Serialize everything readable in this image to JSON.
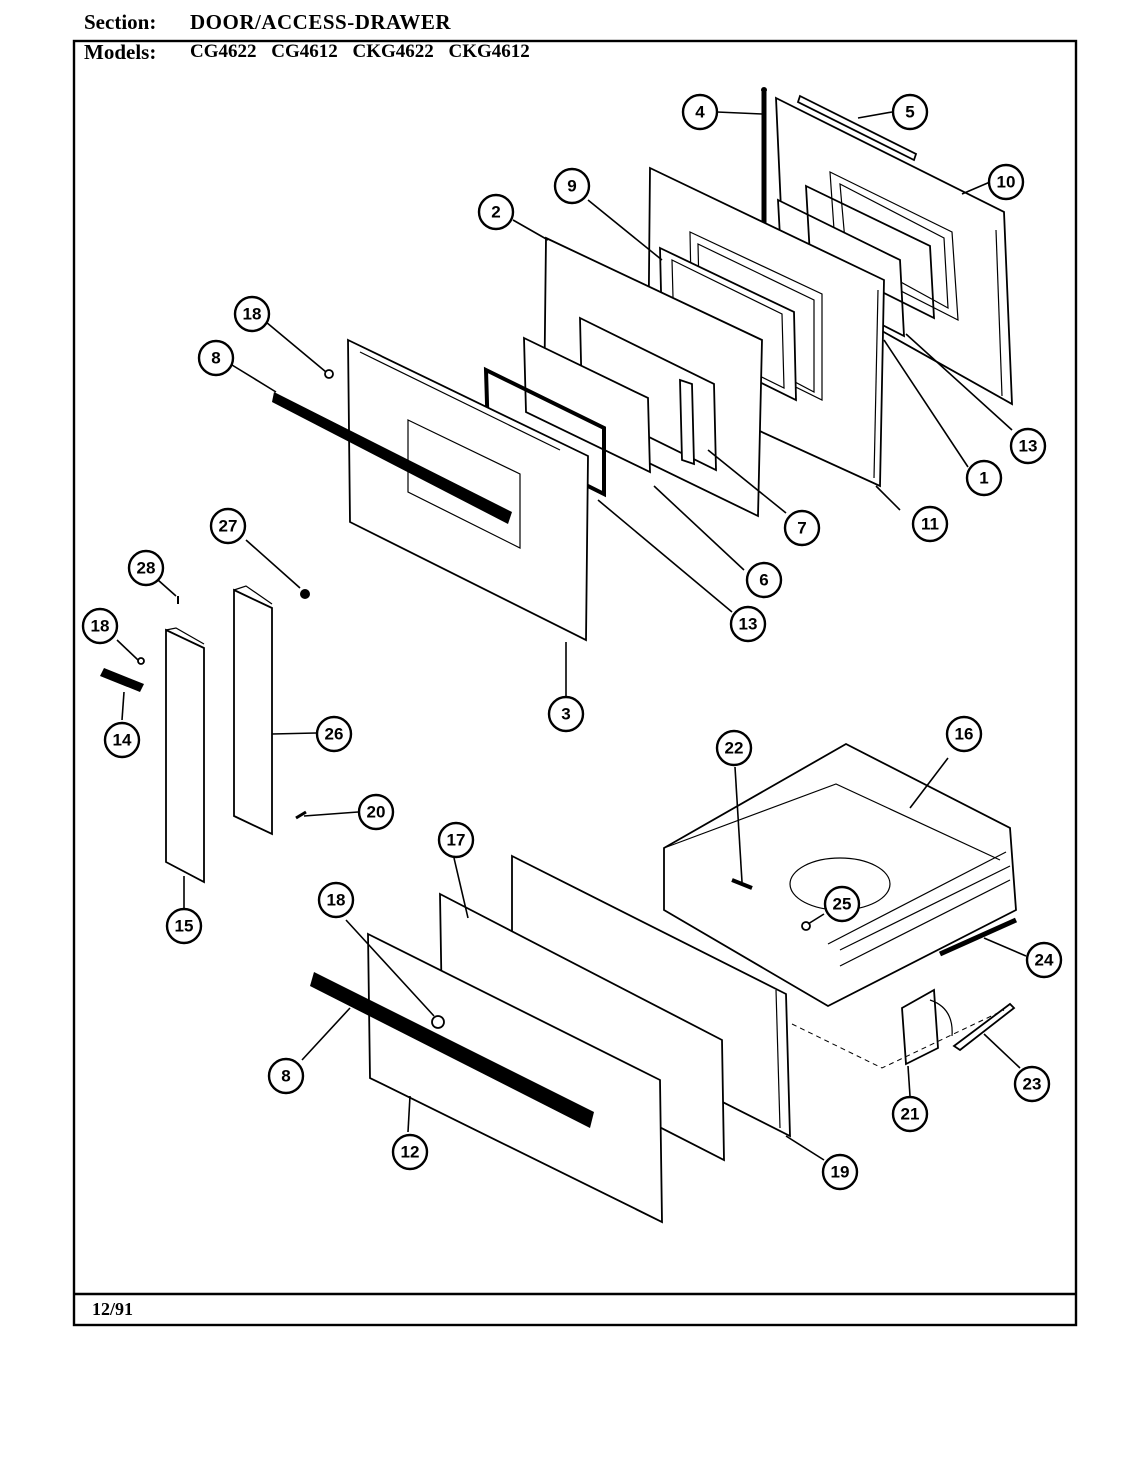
{
  "header": {
    "section_label": "Section:",
    "section_value": "DOOR/ACCESS-DRAWER",
    "models_label": "Models:",
    "models_value": "CG4622  CG4612  CKG4622  CKG4612"
  },
  "footer": {
    "date": "12/91"
  },
  "callouts": [
    "1",
    "2",
    "3",
    "4",
    "5",
    "6",
    "7",
    "8",
    "9",
    "10",
    "11",
    "12",
    "13",
    "14",
    "15",
    "16",
    "17",
    "18",
    "19",
    "20",
    "21",
    "22",
    "23",
    "24",
    "25",
    "26",
    "27",
    "28"
  ]
}
